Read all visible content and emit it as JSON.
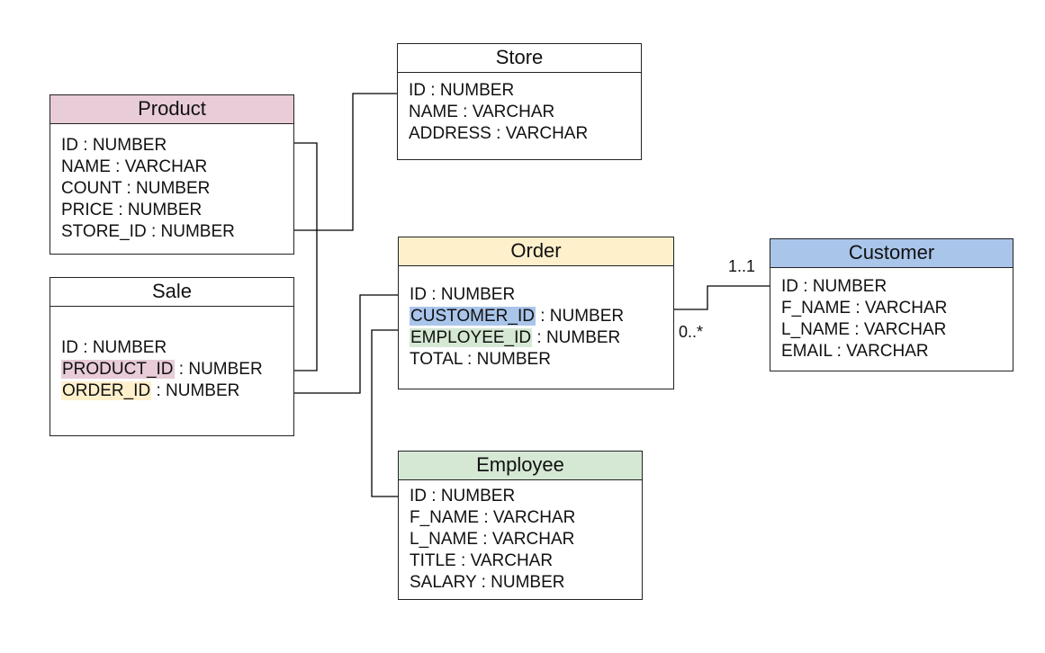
{
  "entities": {
    "store": {
      "name": "Store",
      "fields": [
        "ID : NUMBER",
        "NAME : VARCHAR",
        "ADDRESS : VARCHAR"
      ]
    },
    "product": {
      "name": "Product",
      "header_color": "#e8ccd7",
      "fields": [
        "ID : NUMBER",
        "NAME : VARCHAR",
        "COUNT : NUMBER",
        "PRICE : NUMBER",
        "STORE_ID : NUMBER"
      ]
    },
    "sale": {
      "name": "Sale",
      "fields": {
        "id": "ID : NUMBER",
        "product_id_key": "PRODUCT_ID",
        "product_id_type": " : NUMBER",
        "order_id_key": "ORDER_ID",
        "order_id_type": " : NUMBER"
      }
    },
    "order": {
      "name": "Order",
      "header_color": "#fff0cc",
      "fields": {
        "id": "ID : NUMBER",
        "customer_id_key": "CUSTOMER_ID",
        "customer_id_type": " : NUMBER",
        "employee_id_key": "EMPLOYEE_ID",
        "employee_id_type": " : NUMBER",
        "total": "TOTAL : NUMBER"
      }
    },
    "customer": {
      "name": "Customer",
      "header_color": "#a9c5ea",
      "fields": [
        "ID : NUMBER",
        "F_NAME : VARCHAR",
        "L_NAME : VARCHAR",
        "EMAIL : VARCHAR"
      ]
    },
    "employee": {
      "name": "Employee",
      "header_color": "#d5e8d4",
      "fields": [
        "ID : NUMBER",
        "F_NAME : VARCHAR",
        "L_NAME : VARCHAR",
        "TITLE : VARCHAR",
        "SALARY : NUMBER"
      ]
    }
  },
  "highlight_colors": {
    "product_id": "#e8ccd7",
    "order_id": "#fff0cc",
    "customer_id": "#a9c5ea",
    "employee_id": "#d5e8d4"
  },
  "multiplicity": {
    "order_customer_one": "1..1",
    "order_customer_many": "0..*"
  }
}
